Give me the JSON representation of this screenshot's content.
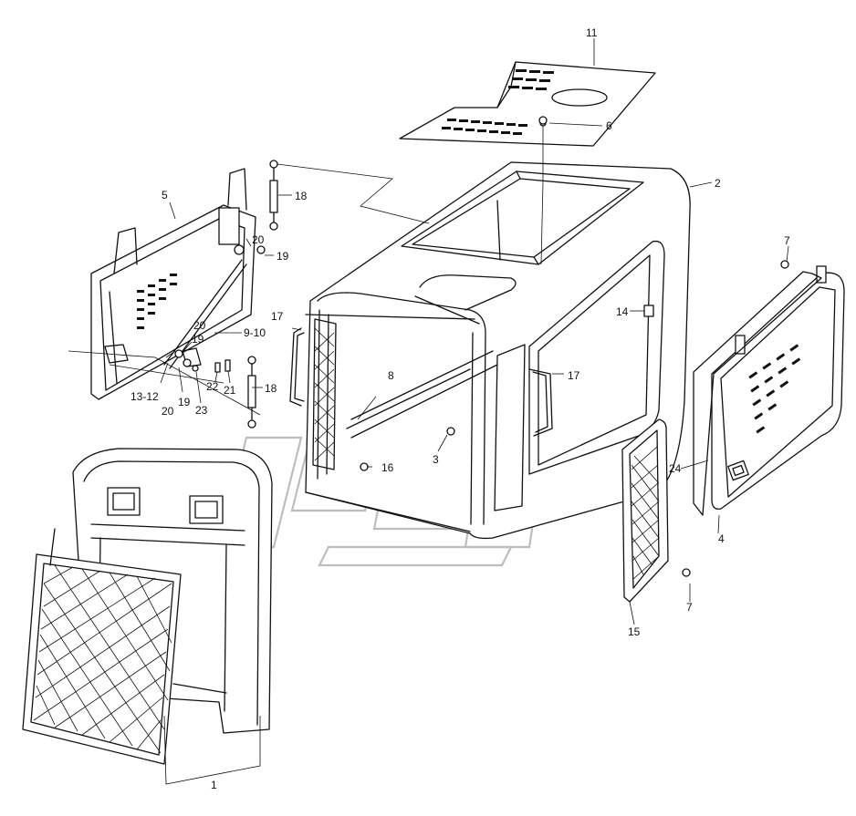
{
  "callouts": [
    {
      "id": "c1",
      "text": "1"
    },
    {
      "id": "c2",
      "text": "2"
    },
    {
      "id": "c3",
      "text": "3"
    },
    {
      "id": "c4",
      "text": "4"
    },
    {
      "id": "c5",
      "text": "5"
    },
    {
      "id": "c6",
      "text": "6"
    },
    {
      "id": "c7a",
      "text": "7"
    },
    {
      "id": "c7b",
      "text": "7"
    },
    {
      "id": "c8",
      "text": "8"
    },
    {
      "id": "c910",
      "text": "9-10"
    },
    {
      "id": "c11",
      "text": "11"
    },
    {
      "id": "c1312",
      "text": "13-12"
    },
    {
      "id": "c14",
      "text": "14"
    },
    {
      "id": "c15",
      "text": "15"
    },
    {
      "id": "c16",
      "text": "16"
    },
    {
      "id": "c17a",
      "text": "17"
    },
    {
      "id": "c17b",
      "text": "17"
    },
    {
      "id": "c18a",
      "text": "18"
    },
    {
      "id": "c18b",
      "text": "18"
    },
    {
      "id": "c19a",
      "text": "19"
    },
    {
      "id": "c19b",
      "text": "19"
    },
    {
      "id": "c19c",
      "text": "19"
    },
    {
      "id": "c20a",
      "text": "20"
    },
    {
      "id": "c20b",
      "text": "20"
    },
    {
      "id": "c20c",
      "text": "20"
    },
    {
      "id": "c21",
      "text": "21"
    },
    {
      "id": "c22",
      "text": "22"
    },
    {
      "id": "c23",
      "text": "23"
    },
    {
      "id": "c24",
      "text": "24"
    }
  ],
  "colors": {
    "ink": "#111111",
    "paper": "#ffffff",
    "watermark": "#bdbdbd"
  }
}
